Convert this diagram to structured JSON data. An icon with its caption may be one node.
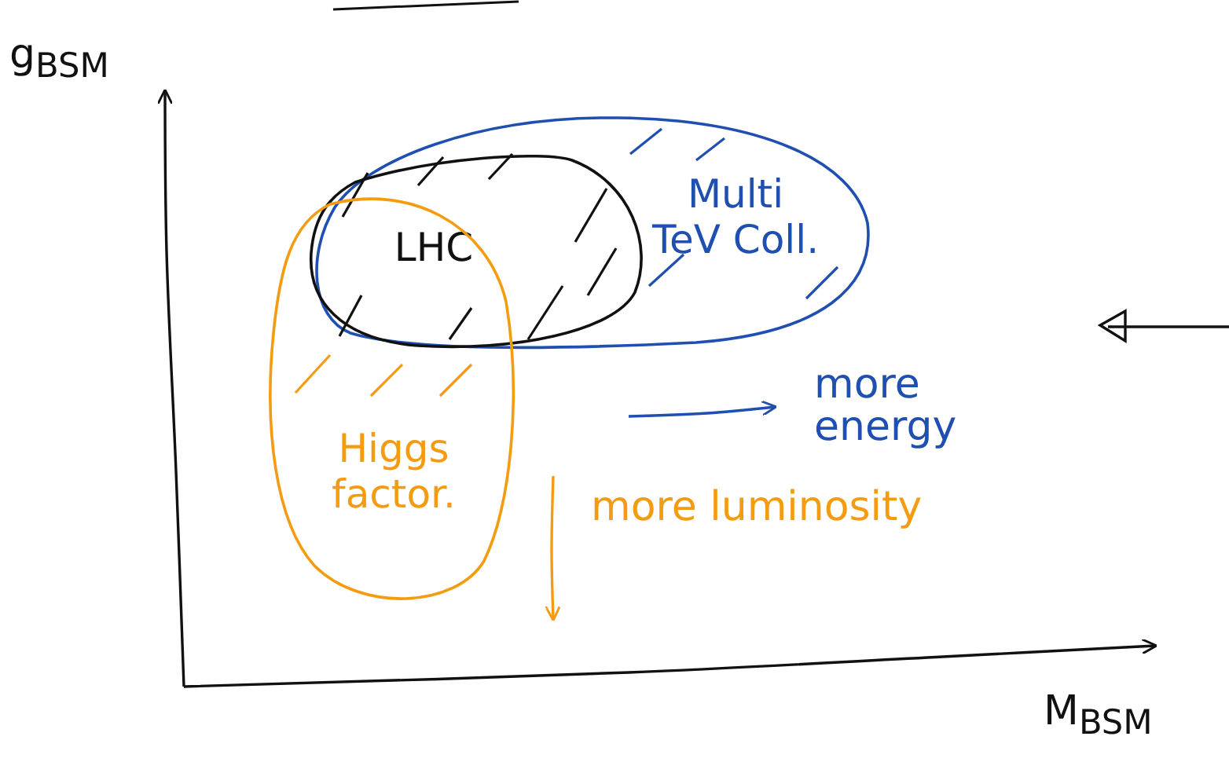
{
  "diagram": {
    "nodes": [
      {
        "text": [
          "Multi TeV Coll."
        ]
      },
      {
        "text": [
          "LHC"
        ],
        "in": 0
      },
      {
        "text": [
          "Higgs factor."
        ]
      }
    ],
    "labels": [
      "g$_{BSM}$",
      "more energy",
      "more luminosity",
      "M$_{BSM}$"
    ]
  }
}
